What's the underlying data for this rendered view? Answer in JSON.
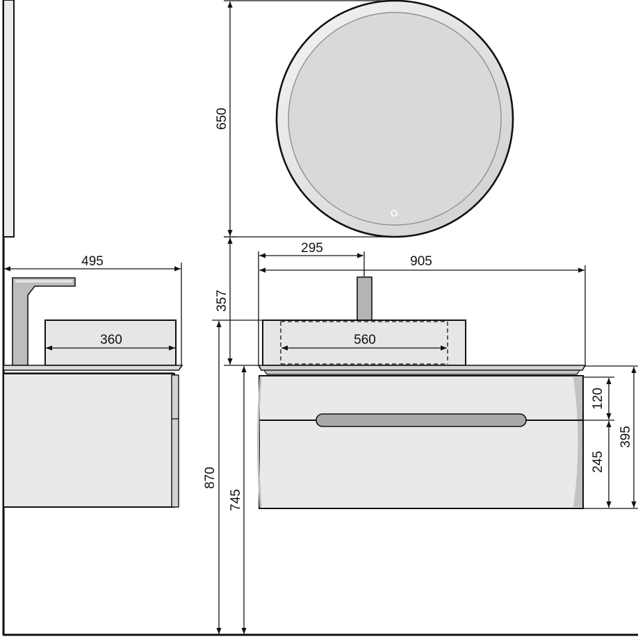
{
  "dimensions": {
    "side_depth": "495",
    "side_basin_width": "360",
    "mirror_height": "650",
    "faucet_offset": "295",
    "front_width": "905",
    "basin_height": "357",
    "front_basin_width": "560",
    "drawer_top_height": "120",
    "drawer_bottom_height": "245",
    "cabinet_height": "395",
    "total_height": "870",
    "counter_height": "745"
  },
  "colors": {
    "line": "#111111",
    "mirror_glass": "#d9d9d9",
    "surface": "#e5e5e5",
    "handle": "#a9a9a9",
    "faucet": "#b5b5b5"
  }
}
